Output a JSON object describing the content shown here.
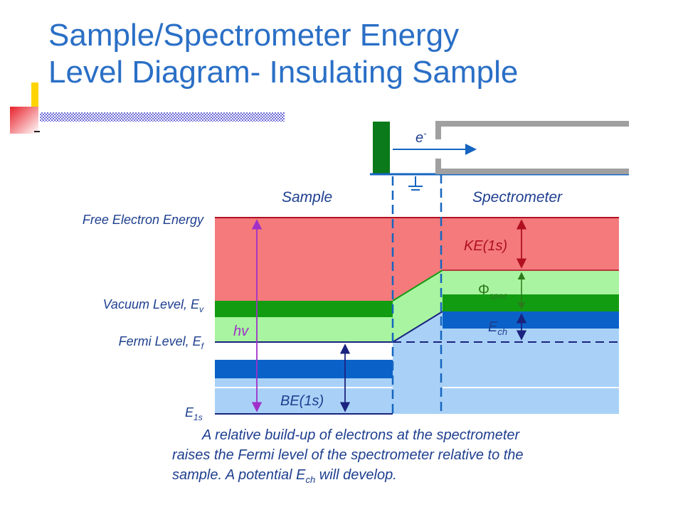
{
  "slide": {
    "title_line1": "Sample/Spectrometer Energy",
    "title_line2": "Level Diagram- Insulating Sample"
  },
  "diagram": {
    "electron_label": "e",
    "electron_sup": "-",
    "region_sample": "Sample",
    "region_spectrometer": "Spectrometer",
    "level_free_electron": "Free Electron Energy",
    "level_vacuum": "Vacuum Level, E",
    "level_vacuum_sub": "v",
    "level_fermi": "Fermi Level, E",
    "level_fermi_sub": "f",
    "level_core": "E",
    "level_core_sub": "1s",
    "label_hv": "hv",
    "label_be": "BE(1s)",
    "label_ke": "KE(1s)",
    "label_phi": "Φ",
    "label_phi_sub": "spec",
    "label_ech": "E",
    "label_ech_sub": "ch"
  },
  "caption": {
    "line1": "A relative build-up of  electrons at the spectrometer",
    "line2": "raises the Fermi level of the spectrometer relative to the",
    "line3_pre": "sample.  A potential E",
    "line3_sub": "ch",
    "line3_post": " will develop."
  },
  "colors": {
    "title": "#2a6fc6",
    "text": "#1e3f8f",
    "red_region": "#f47a7c",
    "light_green": "#a8f4a0",
    "dark_green": "#129c12",
    "light_blue": "#a9d1f7",
    "dark_blue": "#0a62c9",
    "navy_line": "#1a237e",
    "purple_arrow": "#a030c8",
    "dark_red": "#b01020",
    "sample_plate": "#0b7a1a",
    "spectrometer_wall": "#a0a0a0"
  }
}
